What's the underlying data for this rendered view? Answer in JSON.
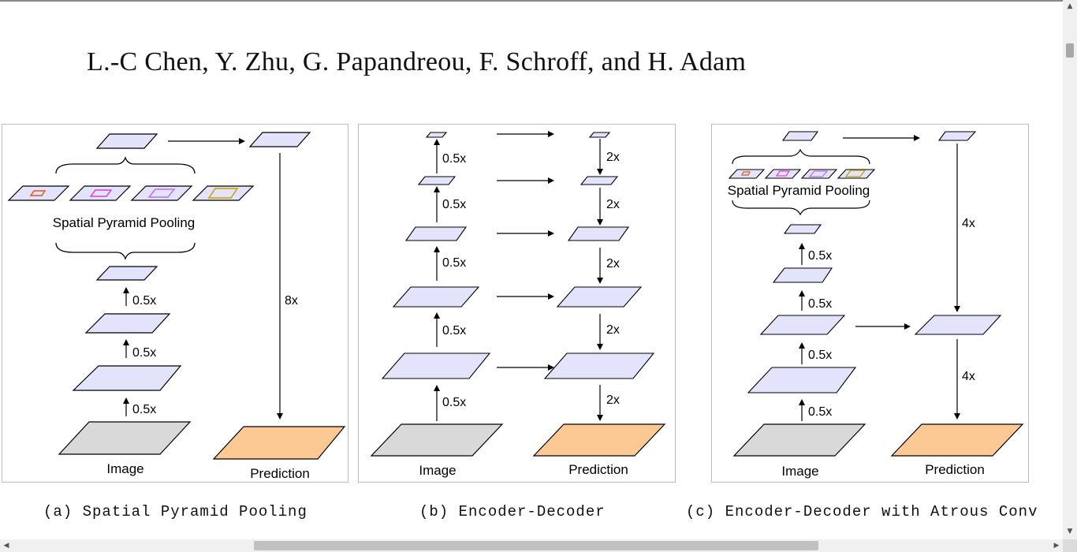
{
  "header": {
    "authors": "L.-C Chen, Y. Zhu, G. Papandreou, F. Schroff, and H. Adam"
  },
  "panels": {
    "a": {
      "caption": "(a) Spatial Pyramid Pooling",
      "spp_label": "Spatial Pyramid Pooling",
      "image_label": "Image",
      "prediction_label": "Prediction",
      "down_1": "0.5x",
      "down_2": "0.5x",
      "down_3": "0.5x",
      "up_label": "8x"
    },
    "b": {
      "caption": "(b) Encoder-Decoder",
      "image_label": "Image",
      "prediction_label": "Prediction",
      "down_1": "0.5x",
      "down_2": "0.5x",
      "down_3": "0.5x",
      "down_4": "0.5x",
      "down_5": "0.5x",
      "up_1": "2x",
      "up_2": "2x",
      "up_3": "2x",
      "up_4": "2x",
      "up_5": "2x"
    },
    "c": {
      "caption": "(c) Encoder-Decoder with Atrous Conv",
      "spp_label": "Spatial Pyramid Pooling",
      "image_label": "Image",
      "prediction_label": "Prediction",
      "down_1": "0.5x",
      "down_2": "0.5x",
      "down_3": "0.5x",
      "down_4": "0.5x",
      "up_1": "4x",
      "up_2": "4x"
    }
  },
  "colors": {
    "feature_fill": "#e3e3fb",
    "image_fill": "#d9d9d9",
    "prediction_fill": "#fcc994",
    "pool_1": "#e6561c",
    "pool_2": "#e040e0",
    "pool_3": "#c070e8",
    "pool_4": "#c8a000"
  }
}
